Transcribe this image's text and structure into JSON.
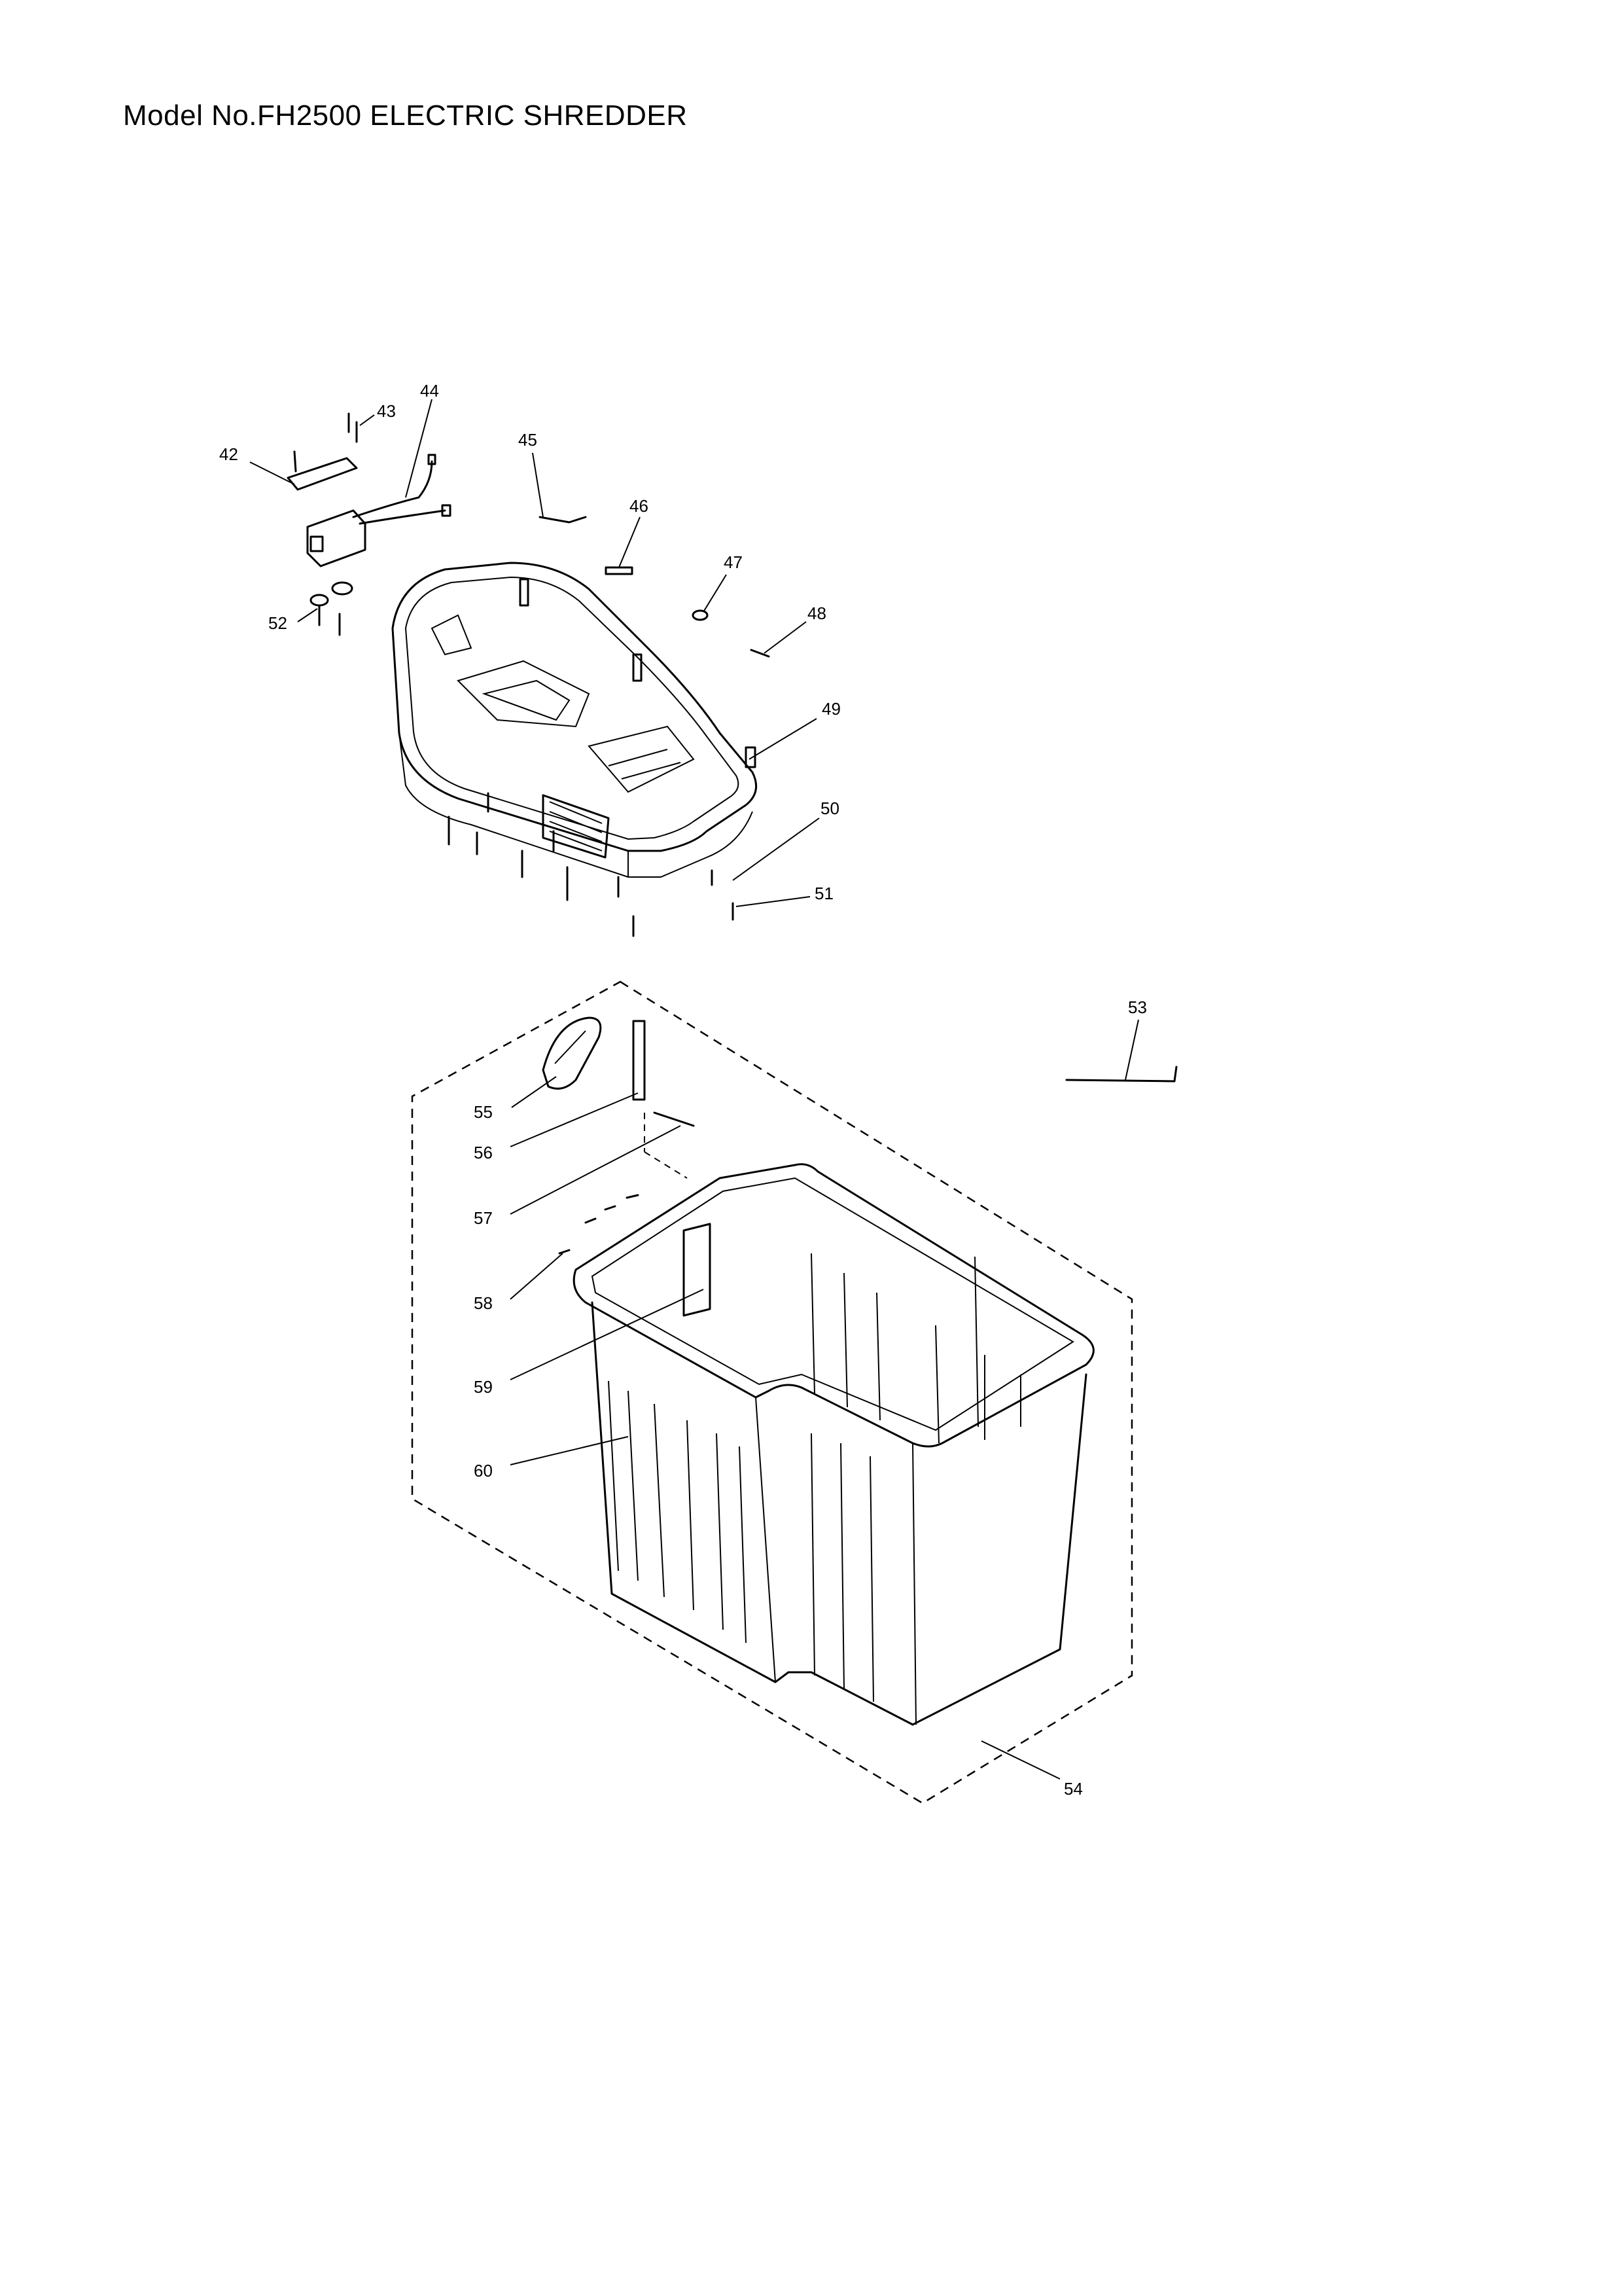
{
  "title": "Model No.FH2500 ELECTRIC SHREDDER",
  "callouts": [
    "42",
    "43",
    "44",
    "45",
    "46",
    "47",
    "48",
    "49",
    "50",
    "51",
    "52",
    "53",
    "54",
    "55",
    "56",
    "57",
    "58",
    "59",
    "60"
  ]
}
